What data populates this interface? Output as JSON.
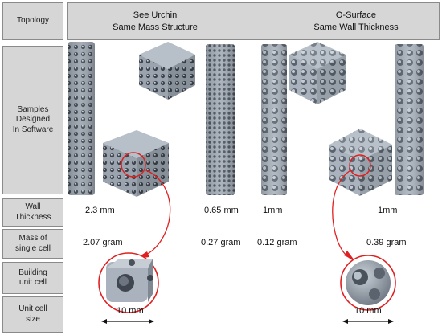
{
  "row_labels": {
    "topology": "Topology",
    "samples": "Samples\nDesigned\nIn Software",
    "wall": "Wall\nThickness",
    "mass": "Mass of\nsingle cell",
    "building": "Building\nunit cell",
    "size": "Unit cell\nsize"
  },
  "columns": {
    "urchin": "See Urchin\nSame Mass Structure",
    "osurface": "O-Surface\nSame Wall Thickness"
  },
  "wall_thickness": {
    "urchin_cube": "2.3 mm",
    "urchin_tower": "0.65 mm",
    "osurface_tower1": "1mm",
    "osurface_tower2": "1mm"
  },
  "mass": {
    "urchin_cube": "2.07 gram",
    "urchin_tower": "0.27 gram",
    "osurface_tower1": "0.12 gram",
    "osurface_cube": "0.39 gram"
  },
  "cell_size": {
    "urchin": "10 mm",
    "osurface": "10 mm"
  },
  "colors": {
    "label_bg": "#d6d6d6",
    "model_gray": "#8c96a3",
    "highlight_red": "#e02020"
  }
}
